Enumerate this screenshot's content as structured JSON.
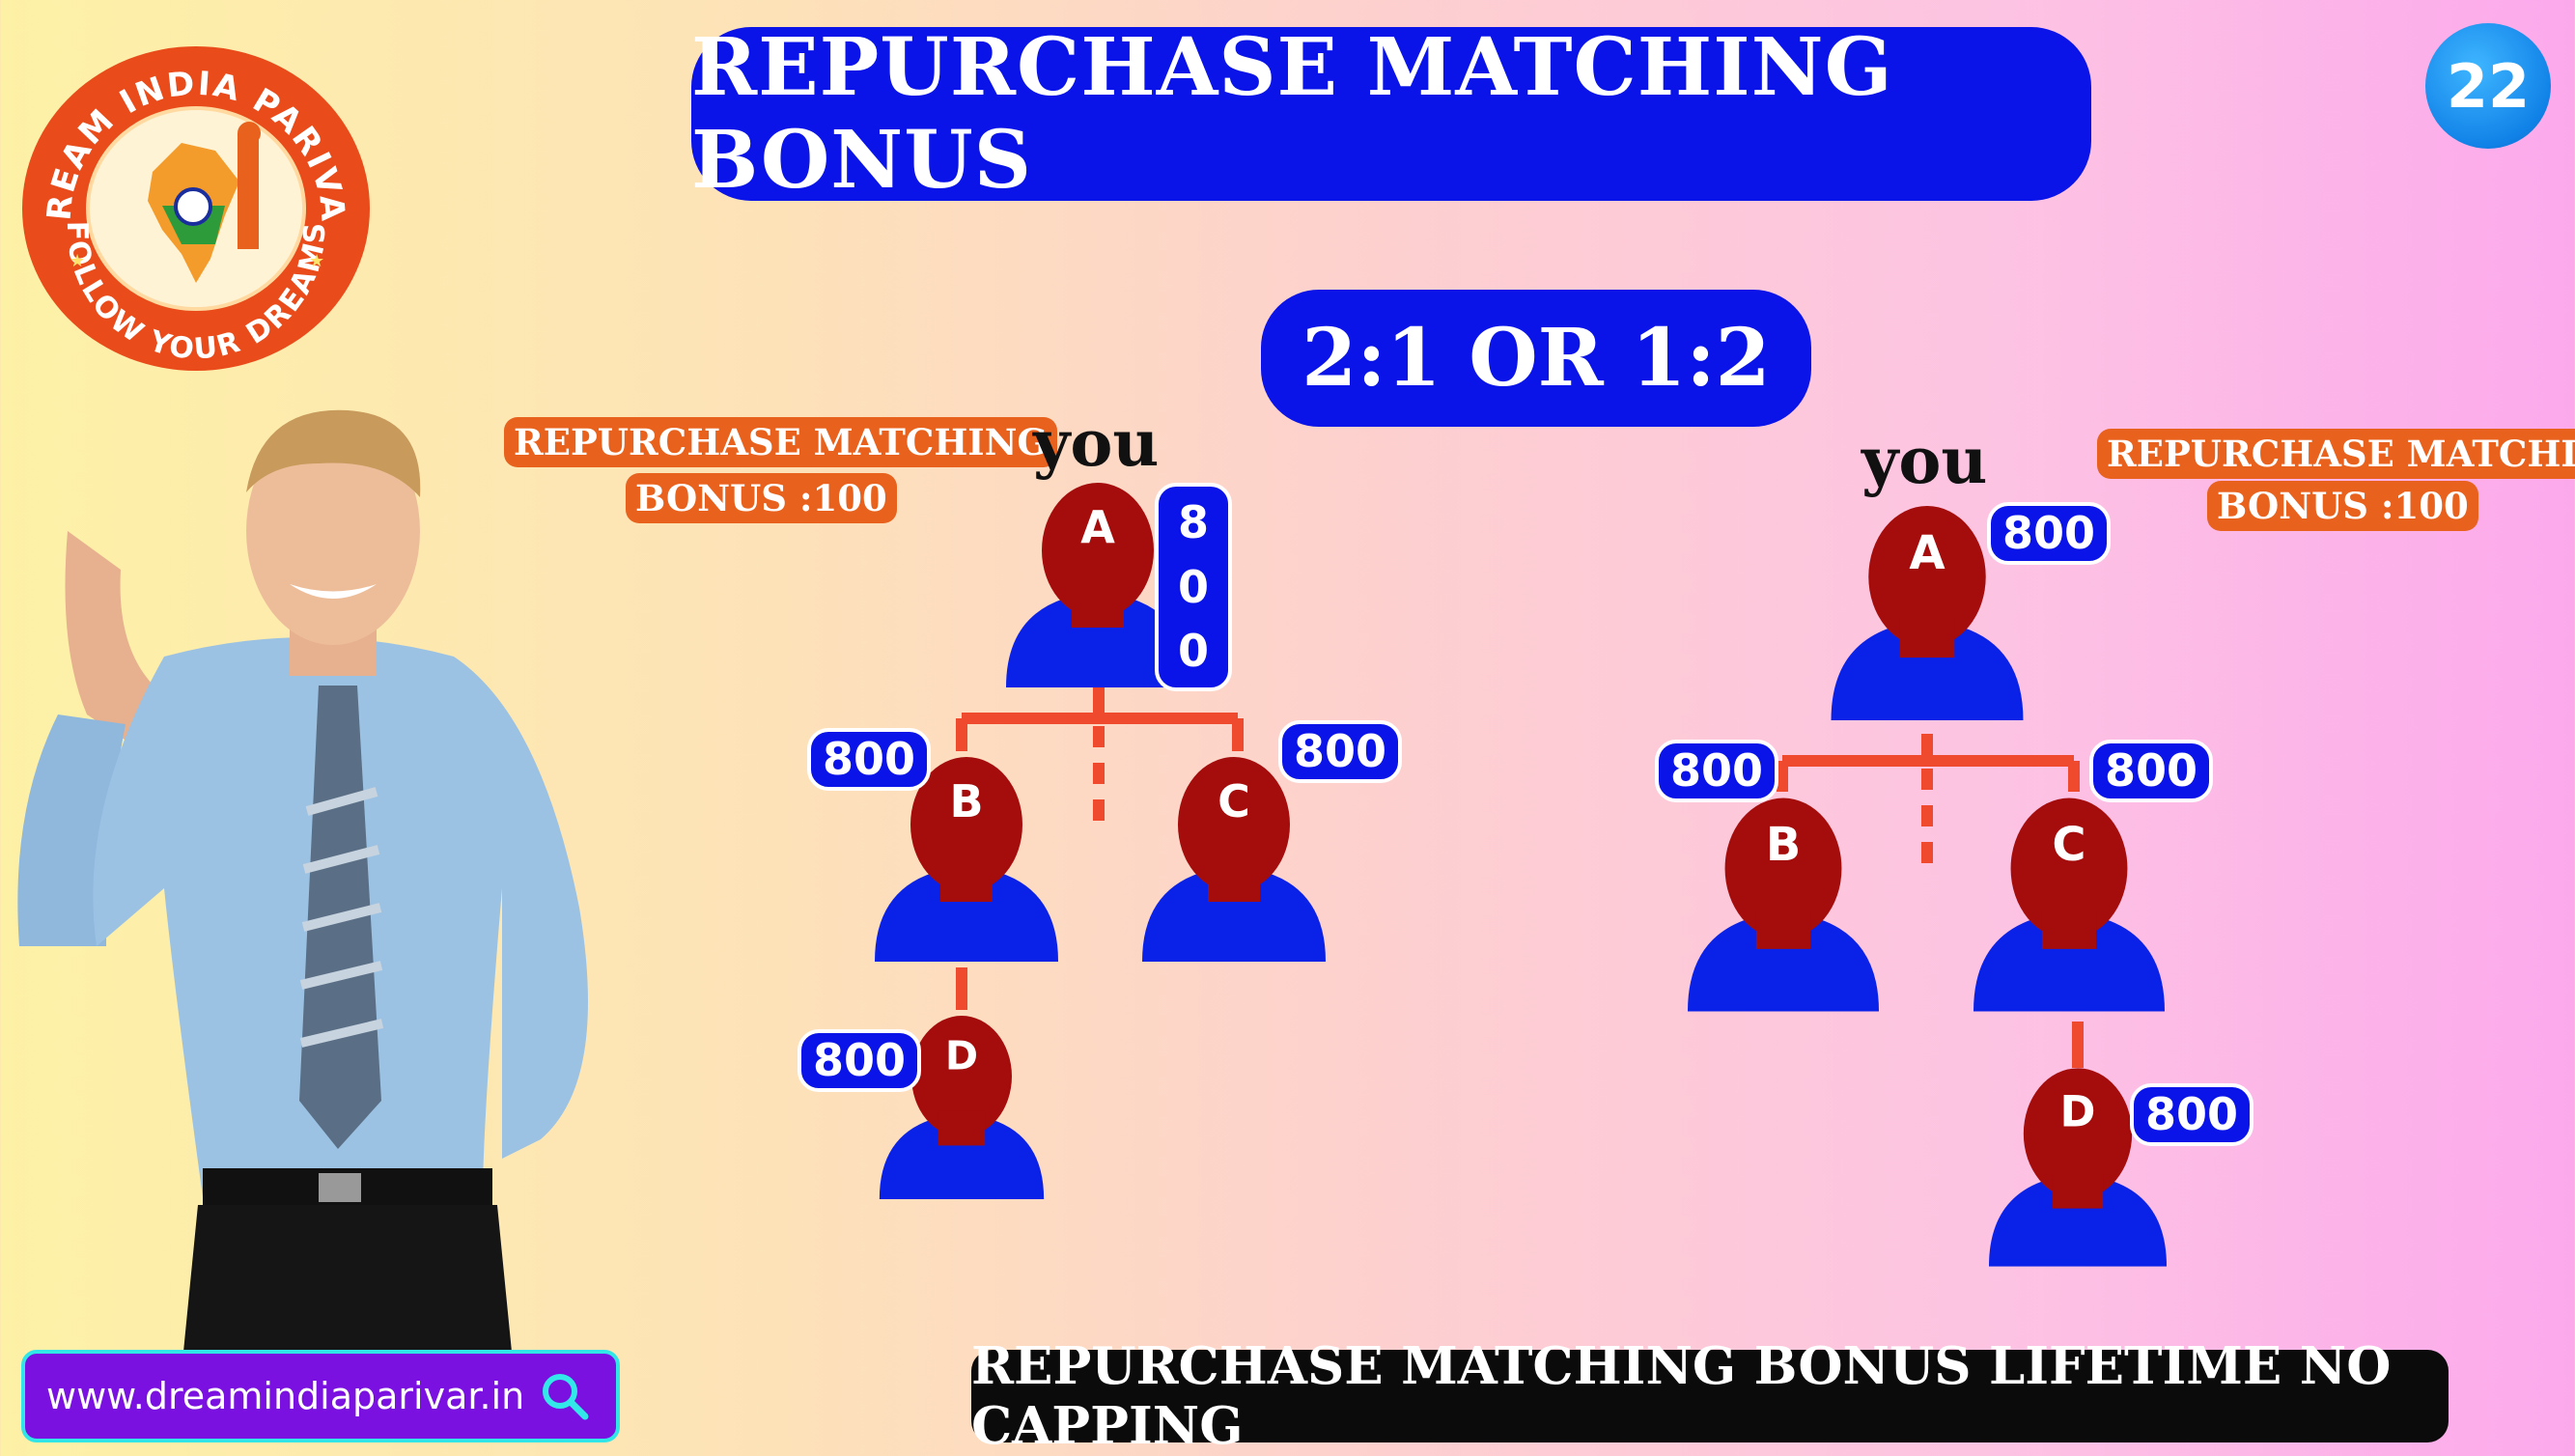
{
  "header": {
    "title": "REPURCHASE MATCHING BONUS",
    "page_number": "22"
  },
  "logo": {
    "top_text": "DREAM INDIA PARIVAR",
    "bottom_text": "FOLLOW YOUR DREAMS"
  },
  "ratio": "2:1 OR 1:2",
  "left_tree": {
    "bonus_label_line1": "REPURCHASE MATCHING",
    "bonus_label_line2": "BONUS :100",
    "you_label": "you",
    "nodes": [
      {
        "id": "A",
        "value": "800"
      },
      {
        "id": "B",
        "value": "800"
      },
      {
        "id": "C",
        "value": "800"
      },
      {
        "id": "D",
        "value": "800"
      }
    ]
  },
  "right_tree": {
    "bonus_label_line1": "REPURCHASE MATCHING",
    "bonus_label_line2": "BONUS :100",
    "you_label": "you",
    "nodes": [
      {
        "id": "A",
        "value": "800"
      },
      {
        "id": "B",
        "value": "800"
      },
      {
        "id": "C",
        "value": "800"
      },
      {
        "id": "D",
        "value": "800"
      }
    ]
  },
  "footer": {
    "website": "www.dreamindiaparivar.in",
    "tagline": "REPURCHASE MATCHING BONUS LIFETIME NO CAPPING"
  },
  "colors": {
    "accent_blue": "#0a14e8",
    "head_red": "#a50d0d",
    "connector": "#f04a2e",
    "label_orange": "#e8621d"
  }
}
